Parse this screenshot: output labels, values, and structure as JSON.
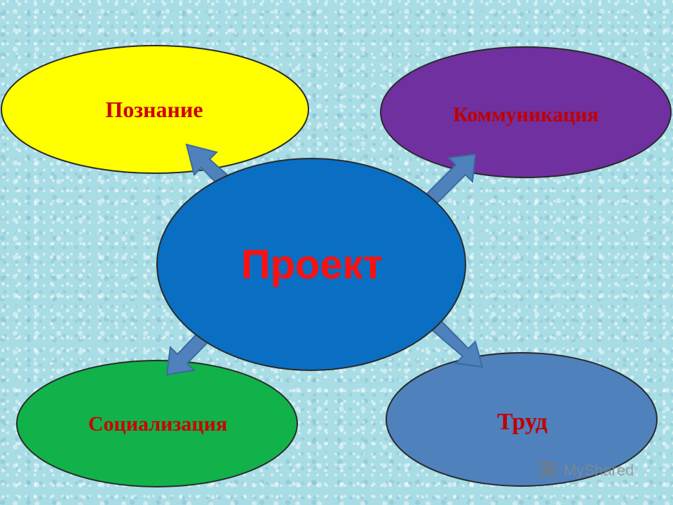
{
  "nodes": {
    "center": {
      "label": "Проект",
      "fill": "#0a6fc2",
      "text_color": "#ff1010"
    },
    "top_left": {
      "label": "Познание",
      "fill": "#ffff00",
      "text_color": "#cc0000"
    },
    "top_right": {
      "label": "Коммуникация",
      "fill": "#7030a0",
      "text_color": "#c00000"
    },
    "bottom_left": {
      "label": "Социализация",
      "fill": "#11b24a",
      "text_color": "#cc0000"
    },
    "bottom_right": {
      "label": "Труд",
      "fill": "#4f81bd",
      "text_color": "#c00000"
    }
  },
  "arrows": {
    "fill": "#4f81bd",
    "stroke": "#3a6a9e"
  },
  "watermark": {
    "text": "MyShared",
    "icon": "myshared-logo-icon"
  },
  "background": {
    "color": "#a9dde6",
    "texture": "water-drops"
  }
}
